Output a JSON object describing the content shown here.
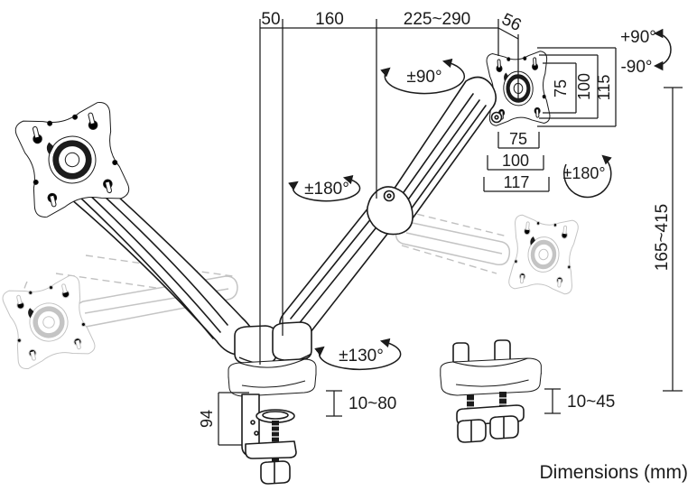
{
  "diagram": {
    "caption": "Dimensions (mm)",
    "top": {
      "d1": "50",
      "d2": "160",
      "d3": "225~290",
      "d4": "56"
    },
    "height": {
      "range": "165~415"
    },
    "vesa": {
      "v75": "75",
      "v100": "100",
      "v115": "115",
      "h75": "75",
      "h100": "100",
      "h117": "117"
    },
    "clamp": {
      "depth": "94",
      "range": "10~80"
    },
    "grommet": {
      "range": "10~45"
    },
    "rot": {
      "up": "+90°",
      "down": "-90°",
      "swivel": "±90°",
      "mid": "±180°",
      "plate": "±180°",
      "base": "±130°"
    },
    "colors": {
      "line": "#1b1b1b",
      "ghost": "#c4c4c4",
      "background": "#ffffff"
    }
  }
}
